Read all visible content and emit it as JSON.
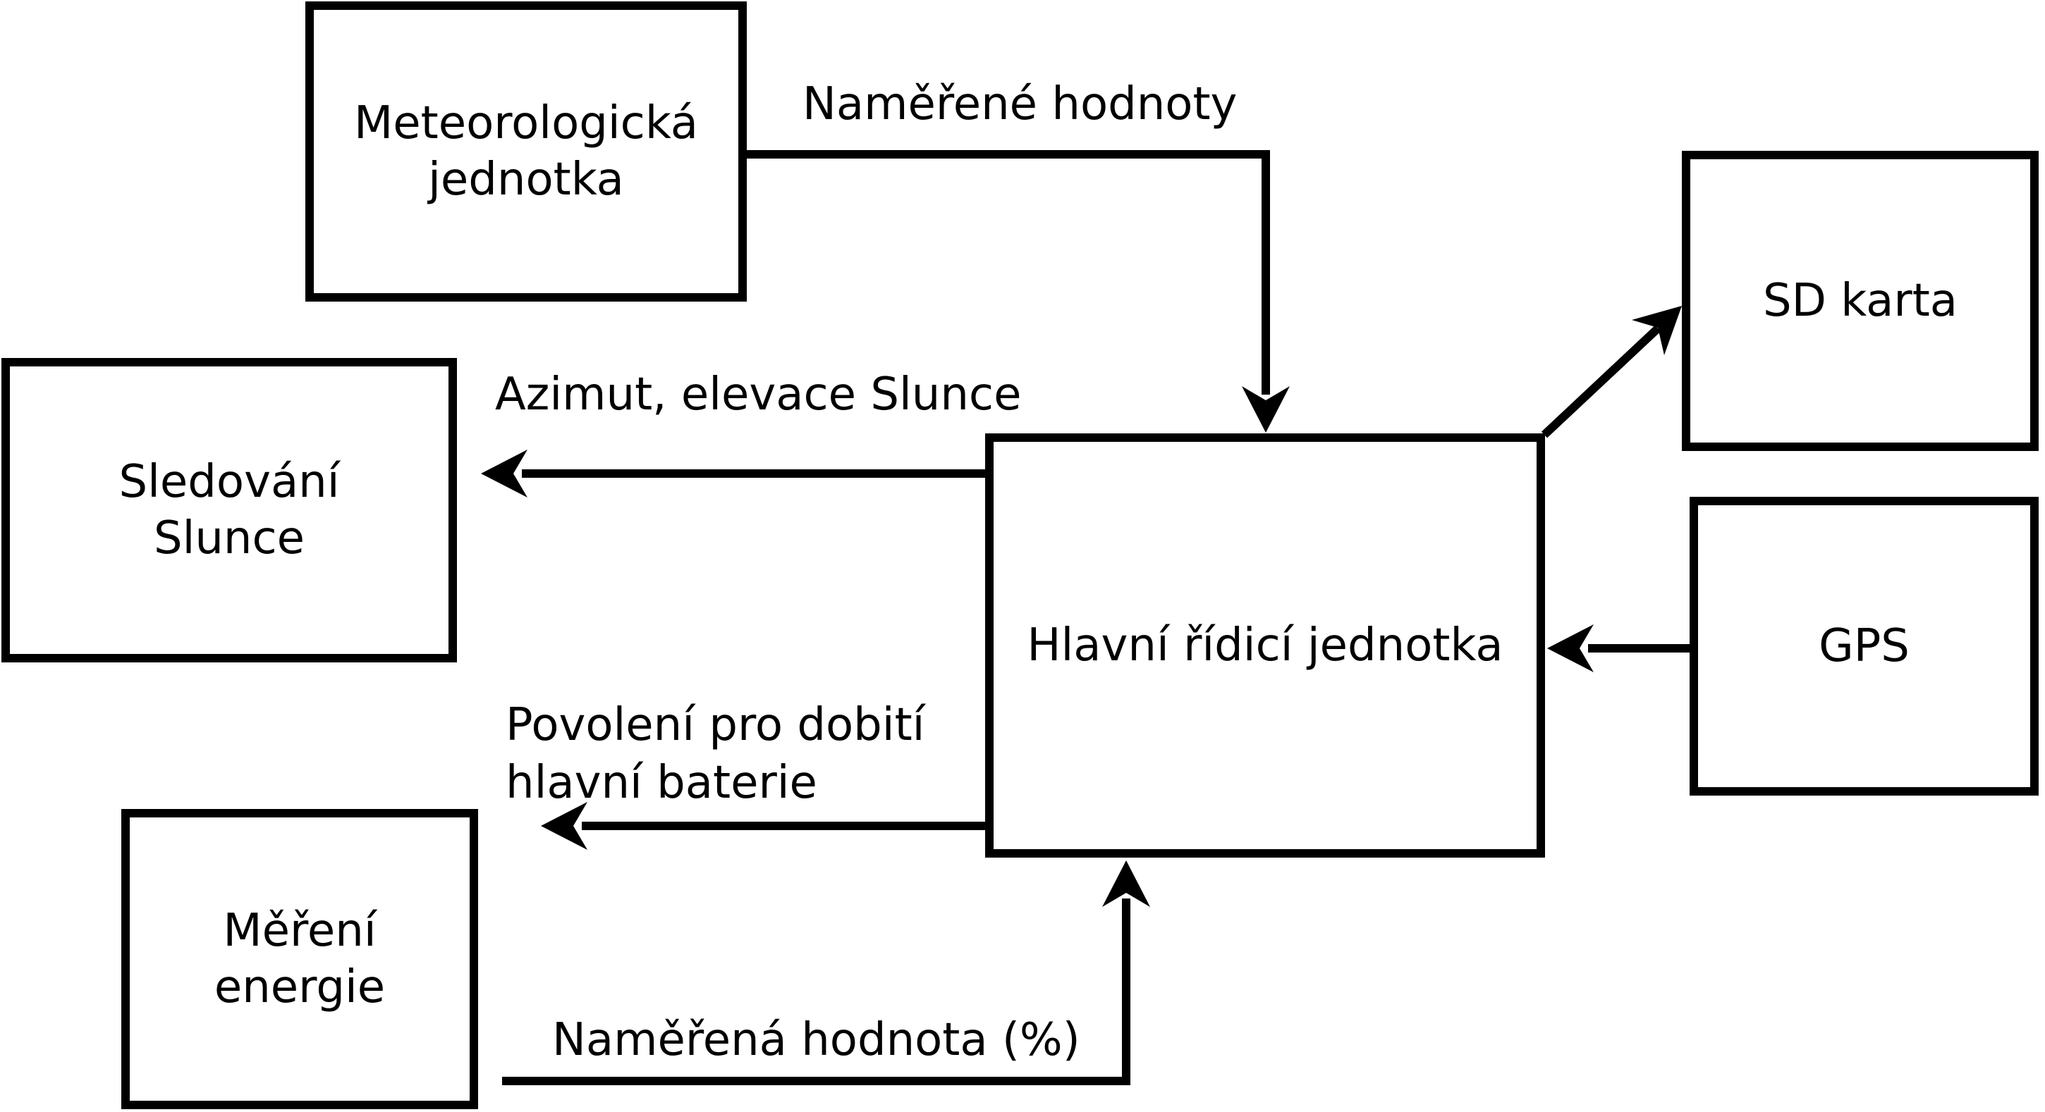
{
  "diagram": {
    "background_color": "#ffffff",
    "stroke_color": "#000000",
    "nodes": {
      "meteo": {
        "line1": "Meteorologická",
        "line2": "jednotka"
      },
      "sun": {
        "line1": "Sledování",
        "line2": "Slunce"
      },
      "energy": {
        "line1": "Měření",
        "line2": "energie"
      },
      "main": {
        "label": "Hlavní řídicí jednotka"
      },
      "sd": {
        "label": "SD karta"
      },
      "gps": {
        "label": "GPS"
      }
    },
    "edges": {
      "meteo_to_main": {
        "from": "meteo",
        "to": "main",
        "label": "Naměřené hodnoty"
      },
      "main_to_sun": {
        "from": "main",
        "to": "sun",
        "label": "Azimut, elevace Slunce"
      },
      "main_to_sd": {
        "from": "main",
        "to": "sd"
      },
      "gps_to_main": {
        "from": "gps",
        "to": "main"
      },
      "main_to_battery": {
        "from": "main",
        "to": "left",
        "label_line1": "Povolení pro dobití",
        "label_line2": "hlavní baterie"
      },
      "energy_to_main": {
        "from": "energy",
        "to": "main",
        "label": "Naměřená hodnota (%)"
      }
    }
  }
}
